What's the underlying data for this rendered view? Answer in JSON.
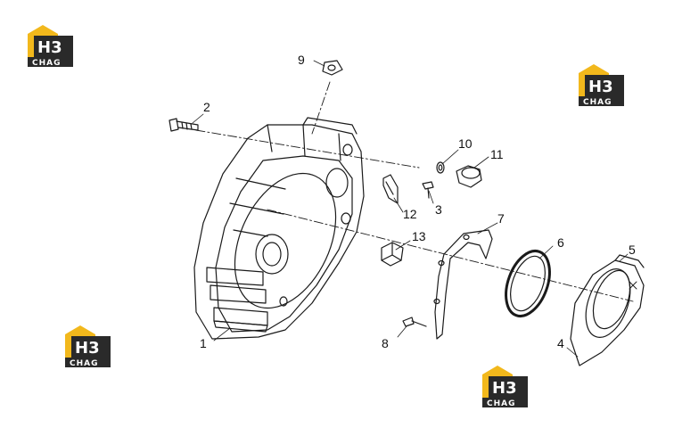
{
  "callouts": {
    "c1": "1",
    "c2": "2",
    "c3": "3",
    "c4": "4",
    "c5": "5",
    "c6": "6",
    "c7": "7",
    "c8": "8",
    "c9": "9",
    "c10": "10",
    "c11": "11",
    "c12": "12",
    "c13": "13"
  },
  "watermark": {
    "mark": "H3",
    "word": "CHAG",
    "brand_color": "#f2b81c",
    "dark_color": "#2a2a2a"
  },
  "colors": {
    "line": "#1a1a1a",
    "background": "#ffffff"
  }
}
